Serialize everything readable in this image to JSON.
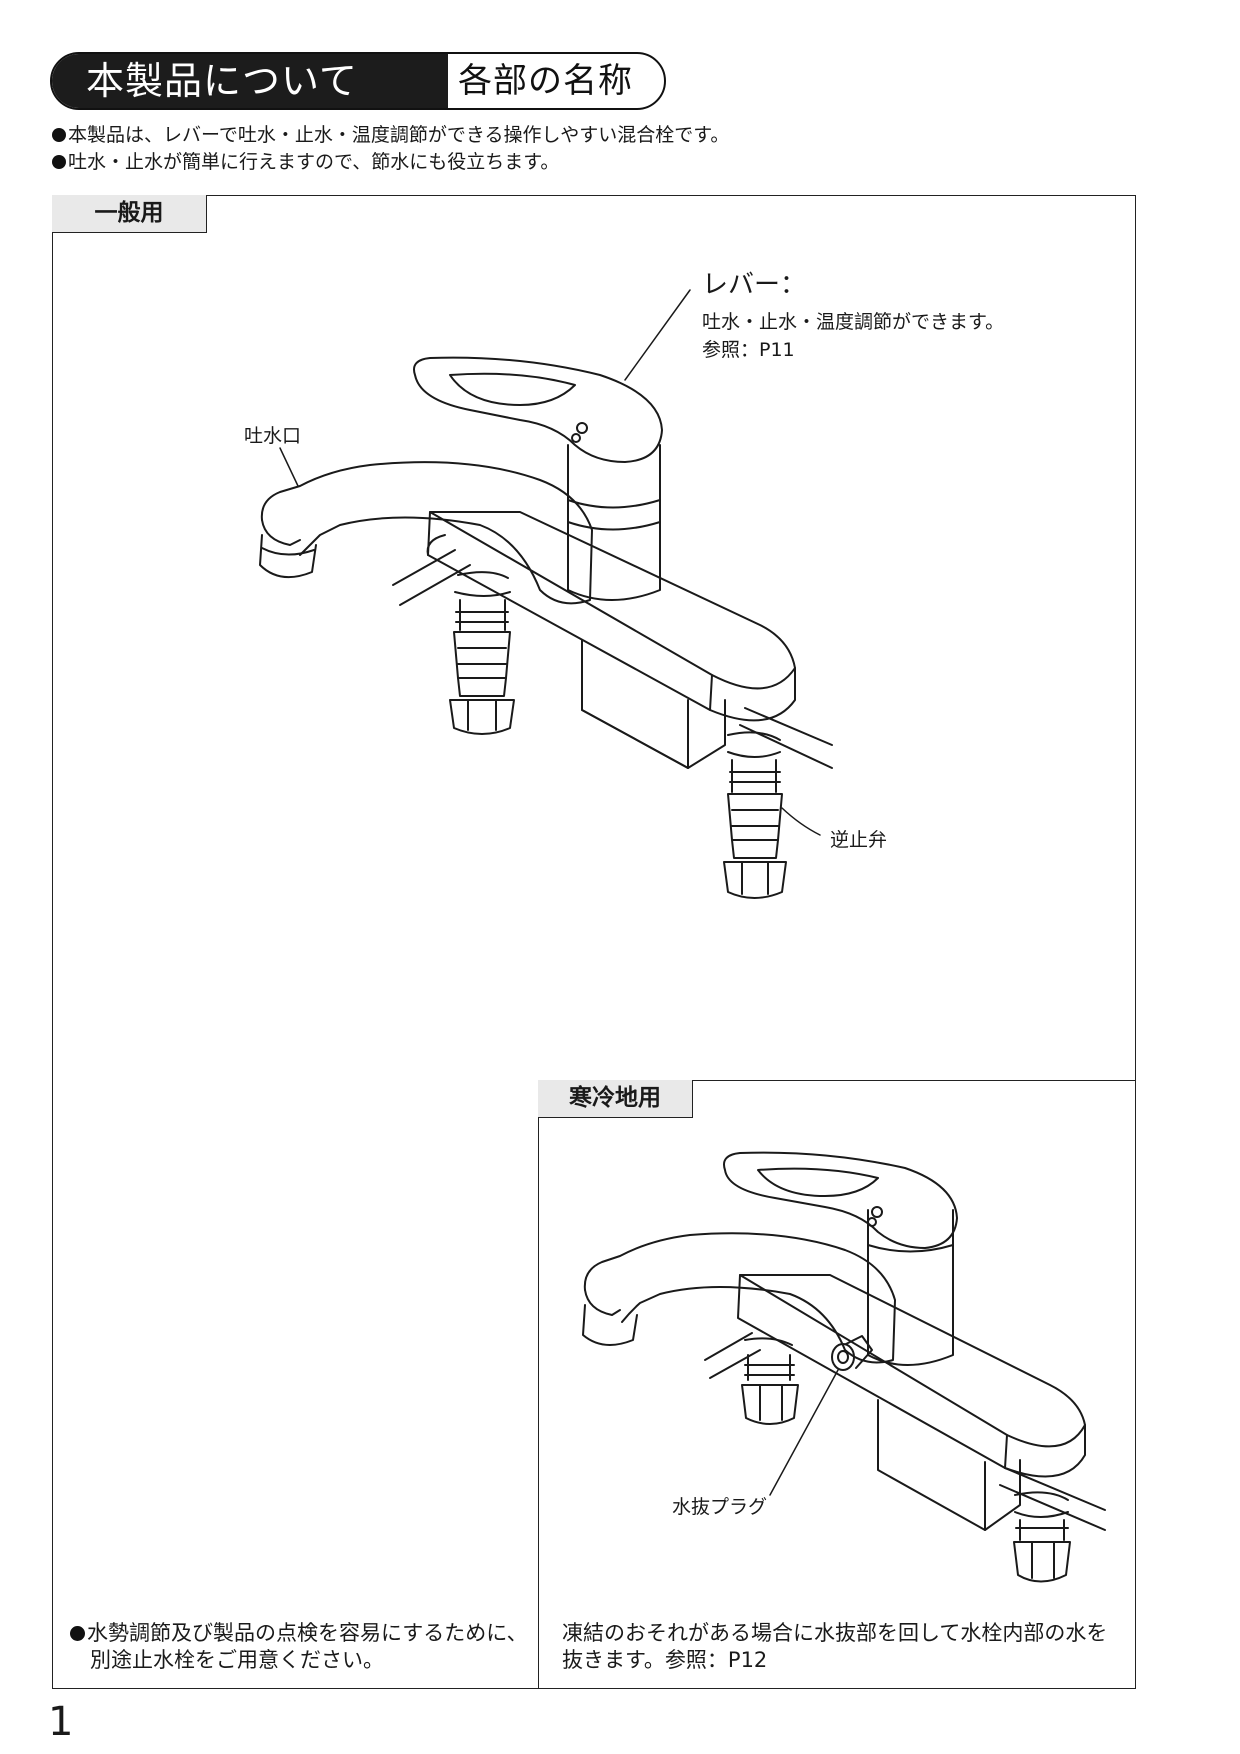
{
  "header": {
    "title": "本製品について",
    "subtitle": "各部の名称"
  },
  "intro": [
    "本製品は、レバーで吐水・止水・温度調節ができる操作しやすい混合栓です。",
    "吐水・止水が簡単に行えますので、節水にも役立ちます。"
  ],
  "general": {
    "tag": "一般用",
    "lever": {
      "title": "レバー：",
      "desc": "吐水・止水・温度調節ができます。",
      "ref": "参照：P11"
    },
    "spout_label": "吐水口",
    "check_valve_label": "逆止弁",
    "note": [
      "水勢調節及び製品の点検を容易にするために、",
      "別途止水栓をご用意ください。"
    ]
  },
  "cold": {
    "tag": "寒冷地用",
    "drain_plug_label": "水抜プラグ",
    "note": [
      "凍結のおそれがある場合に水抜部を回して水栓内部の水を",
      "抜きます。参照：P12"
    ]
  },
  "page_number": "1"
}
